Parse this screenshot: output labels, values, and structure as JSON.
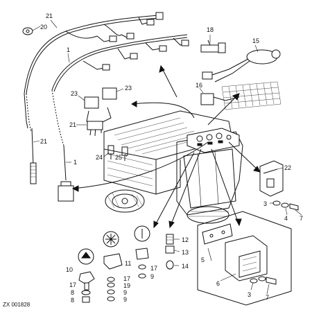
{
  "callouts": {
    "c1a": "1",
    "c1b": "1",
    "c3a": "3",
    "c3b": "3",
    "c4": "4",
    "c5": "5",
    "c6": "6",
    "c7a": "7",
    "c7b": "7",
    "c8a": "8",
    "c8b": "8",
    "c9a": "9",
    "c9b": "9",
    "c9c": "9",
    "c10": "10",
    "c11": "11",
    "c12": "12",
    "c13": "13",
    "c14": "14",
    "c15": "15",
    "c16": "16",
    "c17a": "17",
    "c17b": "17",
    "c17c": "17",
    "c18": "18",
    "c19": "19",
    "c20": "20",
    "c21a": "21",
    "c21b": "21",
    "c21c": "21",
    "c22": "22",
    "c23a": "23",
    "c23b": "23",
    "c24": "24",
    "c25": "25"
  },
  "reference": "ZX 001828"
}
